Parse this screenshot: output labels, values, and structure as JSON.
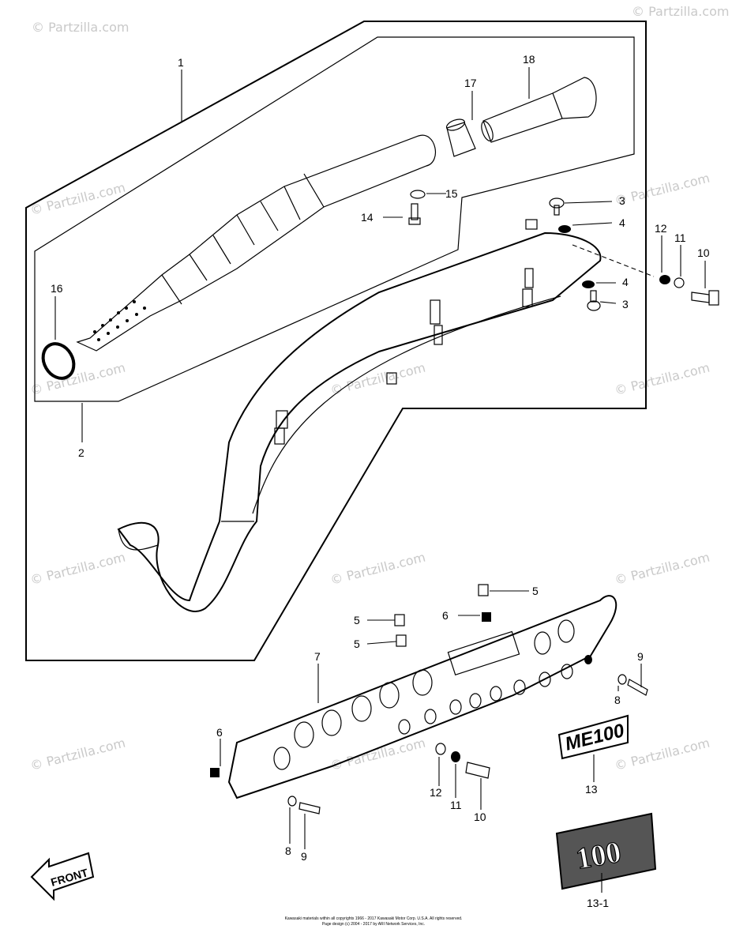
{
  "watermark": "© Partzilla.com",
  "callouts": {
    "c1": "1",
    "c2": "2",
    "c3a": "3",
    "c3b": "3",
    "c4a": "4",
    "c4b": "4",
    "c5a": "5",
    "c5b": "5",
    "c5c": "5",
    "c6a": "6",
    "c6b": "6",
    "c7": "7",
    "c8a": "8",
    "c8b": "8",
    "c9a": "9",
    "c9b": "9",
    "c10a": "10",
    "c10b": "10",
    "c11a": "11",
    "c11b": "11",
    "c12a": "12",
    "c12b": "12",
    "c13": "13",
    "c131": "13-1",
    "c14": "14",
    "c15": "15",
    "c16": "16",
    "c17": "17",
    "c18": "18"
  },
  "front_label": "FRONT",
  "emblem_me100": "ME100",
  "emblem_100": "100",
  "copyright_line1": "Kawasaki materials within all copyrights 1966 - 2017 Kawasaki Motor Corp. U.S.A. All rights reserved.",
  "copyright_line2": "Page design (c) 2004 - 2017 by ARI Network Services, Inc."
}
